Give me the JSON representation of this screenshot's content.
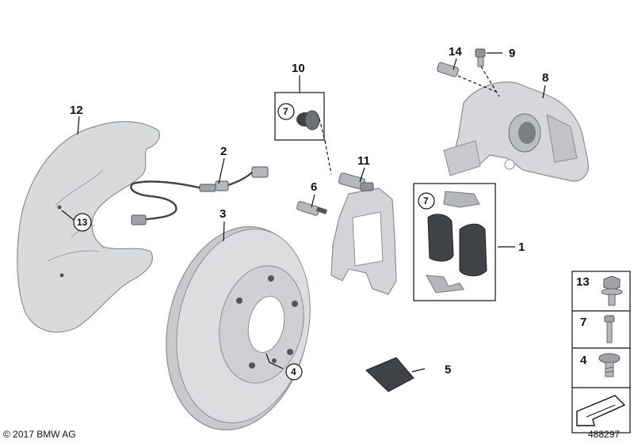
{
  "callouts": {
    "c1": "1",
    "c2": "2",
    "c3": "3",
    "c4": "4",
    "c5": "5",
    "c6": "6",
    "c7": "7",
    "c8": "8",
    "c9": "9",
    "c10": "10",
    "c11": "11",
    "c12": "12",
    "c13": "13",
    "c14": "14"
  },
  "circled": {
    "kit10": "7",
    "kit1": "7",
    "shield": "13",
    "disc": "4"
  },
  "legend": {
    "items": [
      "13",
      "7",
      "4"
    ]
  },
  "footer": {
    "copyright": "© 2017 BMW AG",
    "diagram_id": "488297"
  },
  "colors": {
    "part_fill": "#d9dadc",
    "part_dark": "#3f4246",
    "line": "#111111"
  }
}
